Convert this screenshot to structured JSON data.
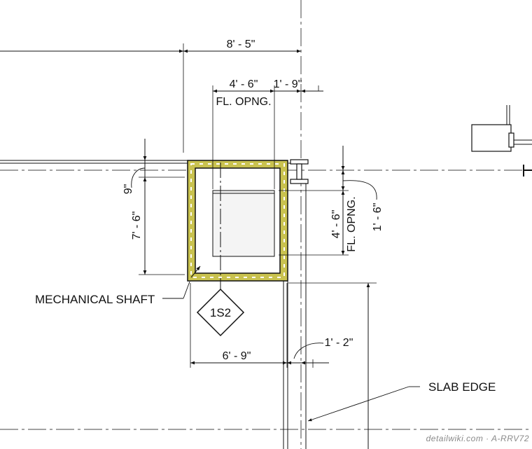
{
  "dimensions": {
    "overall_width": "8' - 5\"",
    "opening_width": "4' - 6\"",
    "offset_right": "1' - 9\"",
    "opening_label": "FL. OPNG.",
    "shaft_offset_top": "9\"",
    "shaft_depth": "7' - 6\"",
    "opening_depth": "4' - 6\"",
    "opening_depth_label": "FL. OPNG.",
    "offset_side": "1' - 6\"",
    "shaft_width": "6' - 9\"",
    "slab_offset": "1' - 2\""
  },
  "labels": {
    "shaft": "MECHANICAL SHAFT",
    "section_tag": "1S2",
    "slab_edge": "SLAB EDGE"
  },
  "watermark": "detailwiki.com · A-RRV72",
  "colors": {
    "line": "#111111",
    "shaft_fill": "#b8b23a",
    "centerline": "#555555",
    "watermark": "#8a8a8a"
  }
}
